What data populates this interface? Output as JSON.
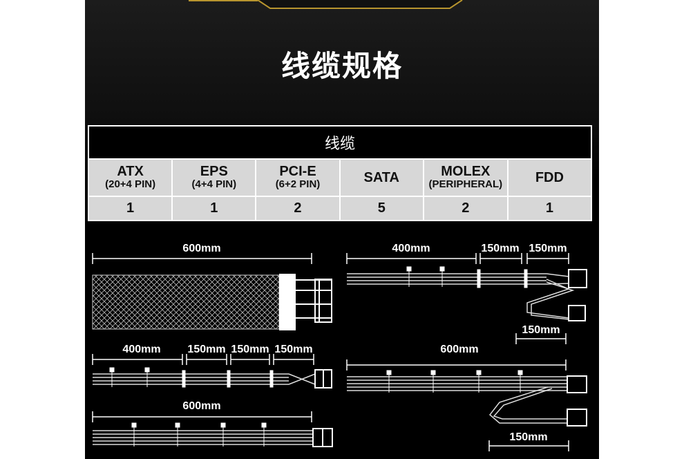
{
  "title": "线缆规格",
  "table": {
    "header": "线缆",
    "columns": [
      {
        "name": "ATX",
        "sub": "(20+4 PIN)",
        "count": "1"
      },
      {
        "name": "EPS",
        "sub": "(4+4 PIN)",
        "count": "1"
      },
      {
        "name": "PCI-E",
        "sub": "(6+2 PIN)",
        "count": "2"
      },
      {
        "name": "SATA",
        "sub": "",
        "count": "5"
      },
      {
        "name": "MOLEX",
        "sub": "(PERIPHERAL)",
        "count": "2"
      },
      {
        "name": "FDD",
        "sub": "",
        "count": "1"
      }
    ]
  },
  "diagrams": {
    "atx": {
      "length": "600mm"
    },
    "molex": {
      "seg1": "400mm",
      "seg2": "150mm",
      "seg3": "150mm",
      "seg4": "150mm"
    },
    "sata": {
      "seg1": "400mm",
      "seg2": "150mm",
      "seg3": "150mm",
      "seg4": "150mm"
    },
    "pcie": {
      "length": "600mm",
      "tail": "150mm"
    },
    "eps": {
      "length": "600mm"
    }
  },
  "colors": {
    "background": "#000000",
    "table_cell": "#d7d7d7",
    "accent_gold": "#b8952e"
  }
}
